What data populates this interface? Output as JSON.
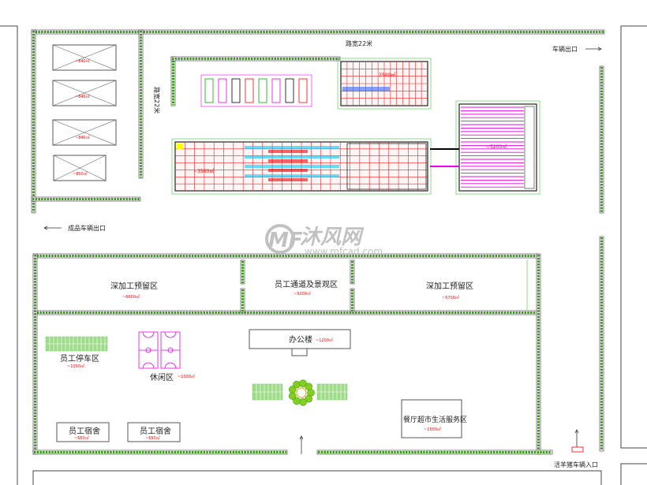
{
  "roads": {
    "top_road_width": "路宽22米",
    "left_road_width": "路宽22米"
  },
  "exits": {
    "vehicle_exit": "车辆出口",
    "product_vehicle_exit": "成品车辆出口",
    "livestock_vehicle_entrance": "活羊猪车辆入口"
  },
  "warehouses": [
    {
      "area": "~840㎡"
    },
    {
      "area": "~840㎡"
    },
    {
      "area": "~840㎡"
    },
    {
      "area": "~800㎡"
    }
  ],
  "plants": {
    "upper_plant_area": "2500㎡",
    "main_plant_area": "~3500㎡",
    "cold_storage_area": "~5200㎡"
  },
  "zones": {
    "left_reserve": {
      "name": "深加工预留区",
      "area": "~6600㎡"
    },
    "staff_passage": {
      "name": "员工通道及景观区",
      "area": "~5200㎡"
    },
    "right_reserve": {
      "name": "深加工预留区",
      "area": "~5700㎡"
    },
    "office": {
      "name": "办公楼",
      "area": "~1200㎡"
    },
    "staff_parking": {
      "name": "员工停车区",
      "area": "~1000㎡"
    },
    "leisure": {
      "name": "休闲区",
      "area": "~1000㎡"
    },
    "dorm_1": {
      "name": "员工宿舍",
      "area": "~650㎡"
    },
    "dorm_2": {
      "name": "员工宿舍",
      "area": "~650㎡"
    },
    "service": {
      "name": "餐厅超市生活服务区",
      "area": "~1500㎡"
    }
  },
  "watermark": {
    "brand": "沐风网",
    "url": "www.mfcad.com"
  },
  "colors": {
    "hedge": "#3a9a1a",
    "area_text": "#ee0000",
    "court": "#ee00ee",
    "plan_grid": "#ee2222",
    "parking": "#9fdc8a"
  }
}
